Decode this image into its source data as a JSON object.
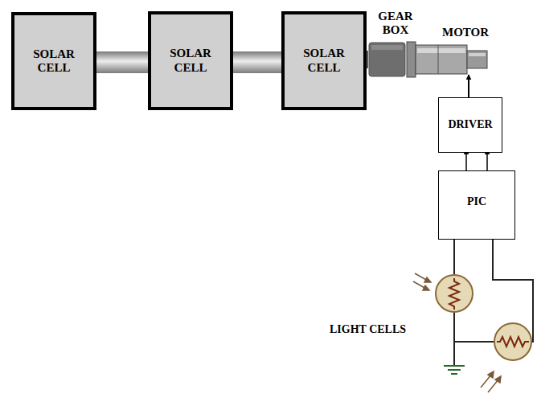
{
  "diagram": {
    "nodes": [
      {
        "text": [
          "SOLAR CELL"
        ]
      },
      {
        "text": [
          "SOLAR CELL"
        ]
      },
      {
        "text": [
          "SOLAR CELL"
        ]
      },
      {
        "text": [
          "GEAR BOX"
        ]
      },
      {
        "text": [
          "MOTOR"
        ]
      },
      {
        "text": [
          "DRIVER"
        ]
      },
      {
        "text": [
          "PIC"
        ]
      }
    ],
    "edges": [
      {
        "from": 0,
        "to": 1,
        "arrow": "none"
      },
      {
        "from": 1,
        "to": 2,
        "arrow": "none"
      },
      {
        "from": 2,
        "to": 3,
        "arrow": "none"
      },
      {
        "from": 3,
        "to": 4,
        "arrow": "none"
      },
      {
        "from": 5,
        "to": 4,
        "arrow": "to"
      },
      {
        "from": 6,
        "to": 5,
        "arrow": "to"
      },
      {
        "from": 6,
        "to": 5,
        "arrow": "to"
      }
    ],
    "labels": [
      "LIGHT CELLS"
    ]
  }
}
